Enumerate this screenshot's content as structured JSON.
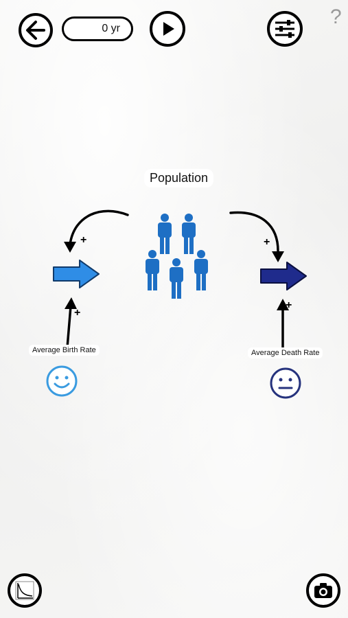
{
  "toolbar": {
    "time_value": "0 yr",
    "help_symbol": "?"
  },
  "diagram": {
    "population_label": "Population",
    "birth_rate_label": "Average Birth Rate",
    "death_rate_label": "Average Death Rate",
    "plus_sign": "+"
  },
  "icons": {
    "back": "back-arrow-icon",
    "play": "play-icon",
    "settings": "sliders-icon",
    "help": "help-icon",
    "graph": "graph-icon",
    "camera": "camera-icon",
    "birth_face": "smiley-face-icon",
    "death_face": "neutral-face-icon",
    "people": "population-people-icon"
  },
  "colors": {
    "birth_flow": "#2f8de6",
    "death_flow": "#1f2b8c",
    "people": "#1e6fc4",
    "birth_face": "#3a9be0",
    "death_face": "#26337d"
  }
}
